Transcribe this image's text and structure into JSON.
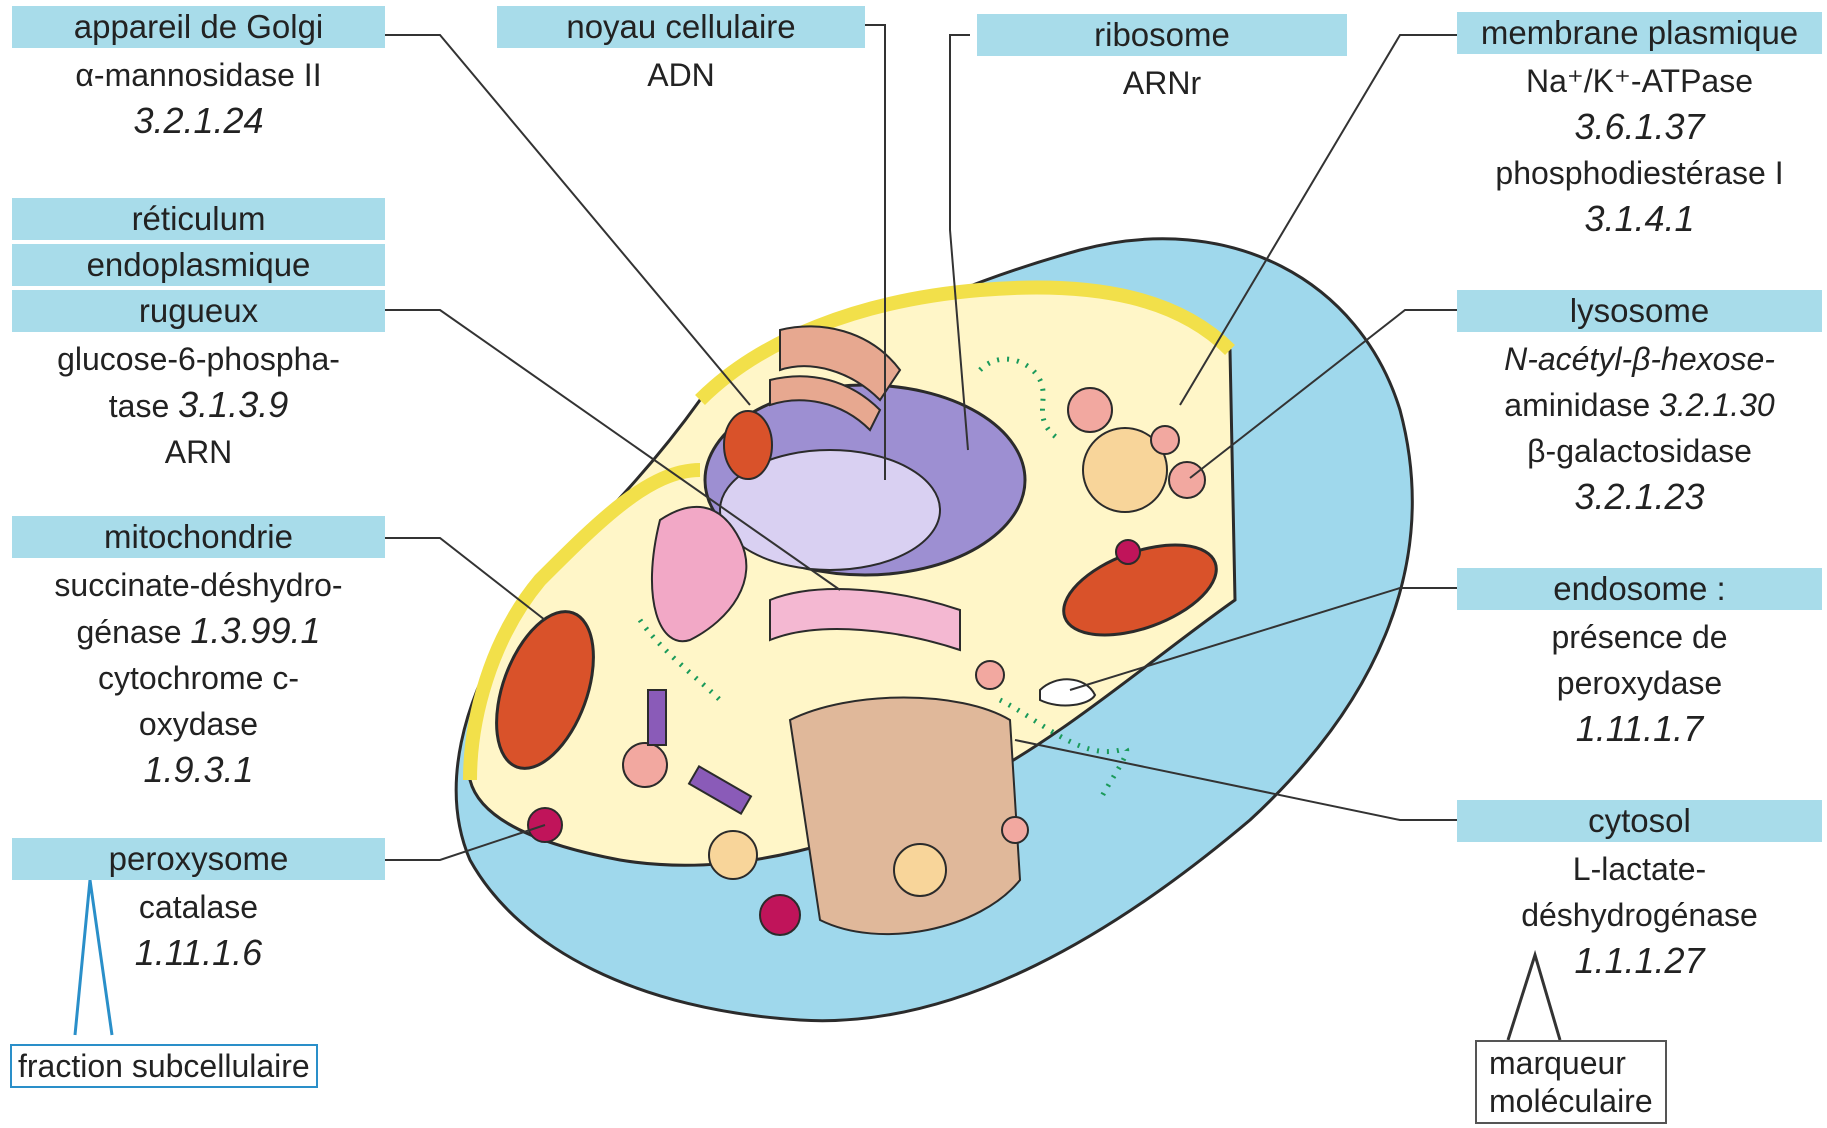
{
  "organelles": {
    "golgi": {
      "name": "appareil de Golgi",
      "enzyme": "α-mannosidase II",
      "ec": "3.2.1.24"
    },
    "rer": {
      "name_lines": [
        "réticulum",
        "endoplasmique",
        "rugueux"
      ],
      "enzyme_a": "glucose-6-phospha-",
      "enzyme_b": "tase",
      "ec": "3.1.3.9",
      "extra": "ARN"
    },
    "mito": {
      "name": "mitochondrie",
      "enzyme1_a": "succinate-déshydro-",
      "enzyme1_b": "génase",
      "ec1": "1.3.99.1",
      "enzyme2_a": "cytochrome c-",
      "enzyme2_b": "oxydase",
      "ec2": "1.9.3.1"
    },
    "perox": {
      "name": "peroxysome",
      "enzyme": "catalase",
      "ec": "1.11.1.6"
    },
    "noyau": {
      "name": "noyau cellulaire",
      "marker": "ADN"
    },
    "ribosome": {
      "name": "ribosome",
      "marker": "ARNr"
    },
    "membrane": {
      "name": "membrane plasmique",
      "enzyme1": "Na⁺/K⁺-ATPase",
      "ec1": "3.6.1.37",
      "enzyme2": "phosphodiestérase I",
      "ec2": "3.1.4.1"
    },
    "lysosome": {
      "name": "lysosome",
      "enzyme1_a": "N-acétyl-β-hexose-",
      "enzyme1_b": "aminidase",
      "ec1": "3.2.1.30",
      "enzyme2": "β-galactosidase",
      "ec2": "3.2.1.23"
    },
    "endosome": {
      "name": "endosome :",
      "line1": "présence de",
      "line2": "peroxydase",
      "ec": "1.11.1.7"
    },
    "cytosol": {
      "name": "cytosol",
      "enzyme_a": "L-lactate-",
      "enzyme_b": "déshydrogénase",
      "ec": "1.1.1.27"
    }
  },
  "legend": {
    "fraction": "fraction subcellulaire",
    "marqueur_a": "marqueur",
    "marqueur_b": "moléculaire"
  },
  "colors": {
    "header_bg": "#a8dcea",
    "cell_outer": "#9fd8ec",
    "cytoplasm": "#fff6c8",
    "membrane": "#f2e04a",
    "nucleus": "#9d8fd2"
  }
}
